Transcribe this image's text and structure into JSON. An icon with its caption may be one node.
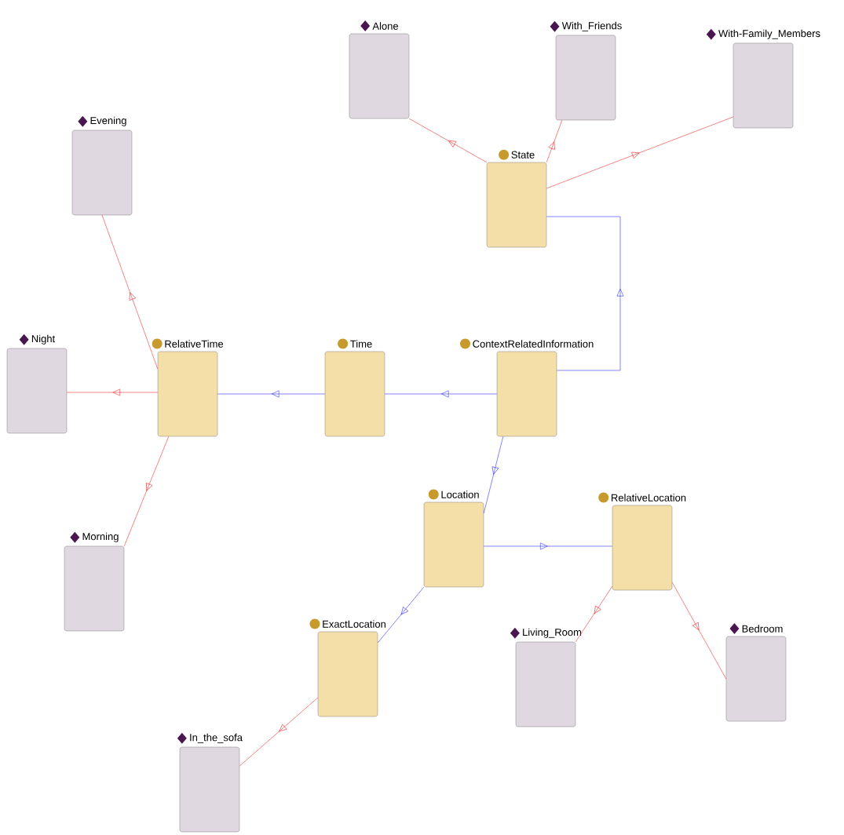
{
  "diagram": {
    "nodes": [
      {
        "text": [
          "Alone"
        ]
      },
      {
        "text": [
          "With_Friends"
        ]
      },
      {
        "text": [
          "With-Family_Members"
        ]
      },
      {
        "text": [
          "Evening"
        ]
      },
      {
        "text": [
          "State"
        ]
      },
      {
        "text": [
          "Night"
        ]
      },
      {
        "text": [
          "RelativeTime"
        ]
      },
      {
        "text": [
          "Time"
        ]
      },
      {
        "text": [
          "ContextRelatedInformation"
        ]
      },
      {
        "text": [
          "Location"
        ]
      },
      {
        "text": [
          "RelativeLocation"
        ]
      },
      {
        "text": [
          "Morning"
        ]
      },
      {
        "text": [
          "ExactLocation"
        ]
      },
      {
        "text": [
          "Living_Room"
        ]
      },
      {
        "text": [
          "Bedroom"
        ]
      },
      {
        "text": [
          "In_the_sofa"
        ]
      }
    ],
    "edges": [
      {
        "from": 8,
        "to": 4,
        "arrow": "to",
        "color": "#3333ff"
      },
      {
        "from": 8,
        "to": 7,
        "arrow": "to",
        "color": "#3333ff"
      },
      {
        "from": 7,
        "to": 6,
        "arrow": "to",
        "color": "#3333ff"
      },
      {
        "from": 8,
        "to": 9,
        "arrow": "to",
        "color": "#3333ff"
      },
      {
        "from": 9,
        "to": 10,
        "arrow": "to",
        "color": "#3333ff"
      },
      {
        "from": 9,
        "to": 12,
        "arrow": "to",
        "color": "#3333ff"
      },
      {
        "from": 4,
        "to": 0,
        "arrow": "to"
      },
      {
        "from": 4,
        "to": 1,
        "arrow": "to"
      },
      {
        "from": 4,
        "to": 2,
        "arrow": "to"
      },
      {
        "from": 6,
        "to": 3,
        "arrow": "to"
      },
      {
        "from": 6,
        "to": 5,
        "arrow": "to"
      },
      {
        "from": 6,
        "to": 11,
        "arrow": "to"
      },
      {
        "from": 12,
        "to": 15,
        "arrow": "to"
      },
      {
        "from": 10,
        "to": 13,
        "arrow": "to"
      },
      {
        "from": 10,
        "to": 14,
        "arrow": "to"
      }
    ]
  }
}
